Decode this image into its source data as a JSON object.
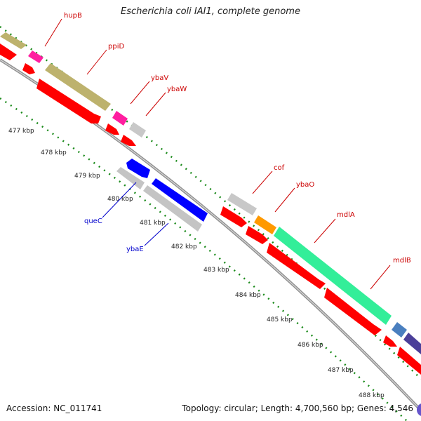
{
  "title": "Escherichia coli IAI1, complete genome",
  "footer": {
    "accession": "Accession: NC_011741",
    "summary": "Topology: circular; Length: 4,700,560 bp; Genes: 4,546"
  },
  "colors": {
    "backbone": "#8a8a8a",
    "tick": "#1a8a1a",
    "forward_label": "#cc0000",
    "reverse_label": "#0000cc"
  },
  "ticks": [
    "477 kbp",
    "478 kbp",
    "479 kbp",
    "480 kbp",
    "481 kbp",
    "482 kbp",
    "483 kbp",
    "484 kbp",
    "485 kbp",
    "486 kbp",
    "487 kbp",
    "488 kbp"
  ],
  "forward_labels": [
    "hupB",
    "ppiD",
    "ybaV",
    "ybaW",
    "cof",
    "ybaO",
    "mdlA",
    "mdlB"
  ],
  "reverse_labels": [
    "queC",
    "ybaE"
  ]
}
